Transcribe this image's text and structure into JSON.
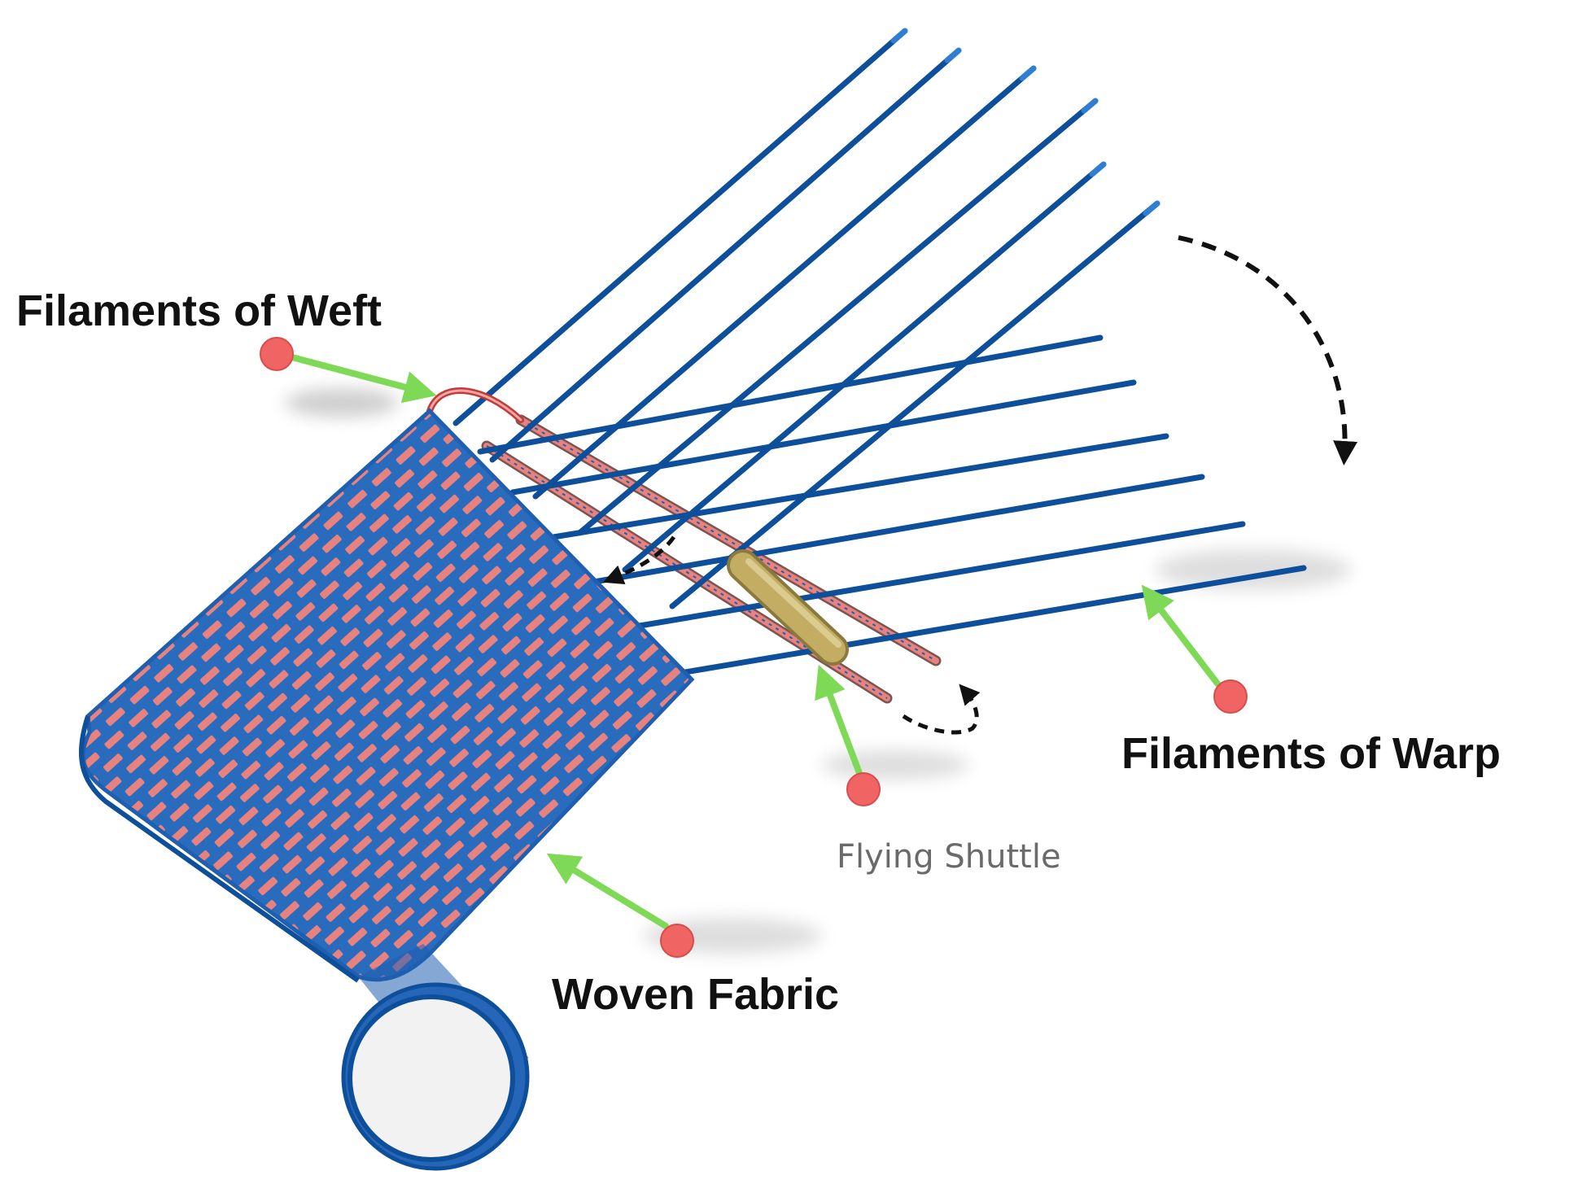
{
  "labels": {
    "weft": "Filaments of Weft",
    "warp": "Filaments of Warp",
    "shuttle": "Flying Shuttle",
    "fabric": "Woven Fabric"
  },
  "colors": {
    "thread_blue": "#0d4f9a",
    "thread_blue_light": "#2e7fd4",
    "weft_red": "#e8827e",
    "pointer_green": "#7ed957",
    "dot_red": "#f06464",
    "shuttle_gold": "#c3ad63",
    "roller_fill": "#f2f2f2",
    "text": "#111111",
    "text_muted": "#6a6a6a"
  },
  "icons": {
    "pointer_dot": "red-dot",
    "pointer_arrow": "green-arrow",
    "motion_arrow": "dashed-curved-arrow"
  }
}
